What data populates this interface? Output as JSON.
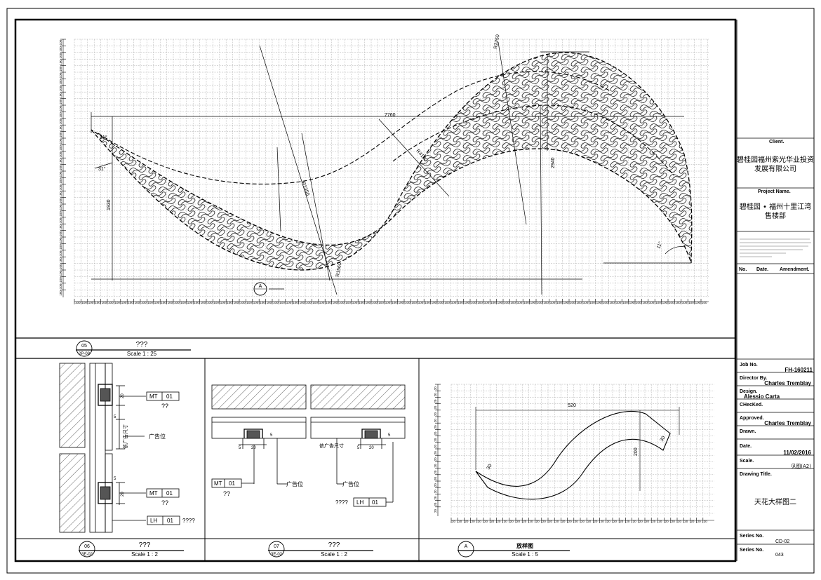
{
  "title_block": {
    "client_label": "Client.",
    "client_name_line1": "碧桂园福州紫光华业投资",
    "client_name_line2": "发展有限公司",
    "project_label": "Project Name.",
    "project_name_line1": "碧桂园 • 福州十里江湾",
    "project_name_line2": "售楼部",
    "amend_headers": [
      "No.",
      "Date.",
      "Amendment."
    ],
    "job_label": "Job No.",
    "job_value": "FH-160211",
    "director_label": "Director By.",
    "director_value": "Charles Tremblay",
    "design_label": "Design.",
    "design_value": "Alessio Carta",
    "checked_label": "CHecKed.",
    "approved_label": "Approved.",
    "approved_value": "Charles Tremblay",
    "drawn_label": "Drawn.",
    "date_label": "Date.",
    "date_value": "11/02/2016",
    "scale_label": "Scale.",
    "scale_value": "见图(A2)",
    "drawing_title_label": "Drawing Title.",
    "drawing_title_value": "天花大样图二",
    "series_label": "Series No.",
    "series_value": "CD-02",
    "series2_label": "Series No.",
    "series2_value": "043"
  },
  "main_plan": {
    "grid_tick_label": "100",
    "dims": {
      "d7760": "7760",
      "d2940": "2940",
      "d1930": "1930",
      "r2250": "R2250",
      "r1350": "R1350",
      "r1560": "R1560",
      "r4160": "R4160",
      "a31": "31°",
      "a11": "11°",
      "a31b": "31°"
    },
    "callout_a": "A"
  },
  "titles": {
    "t05": {
      "num": "05",
      "ref": "2P-08",
      "name": "???",
      "scale": "Scale 1 : 25"
    },
    "t06": {
      "num": "06",
      "ref": "3E-02",
      "name": "???",
      "scale": "Scale 1 : 2"
    },
    "t07": {
      "num": "07",
      "ref": "3E-02",
      "name": "???",
      "scale": "Scale 1 : 2"
    },
    "ta": {
      "num": "A",
      "ref": "",
      "name": "放样图",
      "scale": "Scale 1 : 5"
    }
  },
  "detail06": {
    "mt_code": "MT",
    "mt_num": "01",
    "mt_q": "??",
    "mt2_code": "MT",
    "mt2_num": "01",
    "mt2_q": "??",
    "lh_code": "LH",
    "lh_num": "01",
    "lh_q": "????",
    "ad_label": "广告位",
    "ad_size_label": "依广告尺寸",
    "dim20a": "20",
    "dim20b": "20",
    "dim5a": "5",
    "dim5b": "5"
  },
  "detail07": {
    "mt_code": "MT",
    "mt_num": "01",
    "mt_q": "??",
    "ad_label1": "广告位",
    "ad_label2": "广告位",
    "ad_size_label": "依广告尺寸",
    "lh_q": "????",
    "lh_code": "LH",
    "lh_num": "01",
    "dim20a": "20",
    "dim20b": "20",
    "dim5a": "5",
    "dim5b": "5",
    "dim5c": "5",
    "dim5d": "5"
  },
  "detailA": {
    "grid_tick_label": "20",
    "dim520": "520",
    "dim200": "200",
    "dim30a": "30",
    "dim30b": "30"
  }
}
